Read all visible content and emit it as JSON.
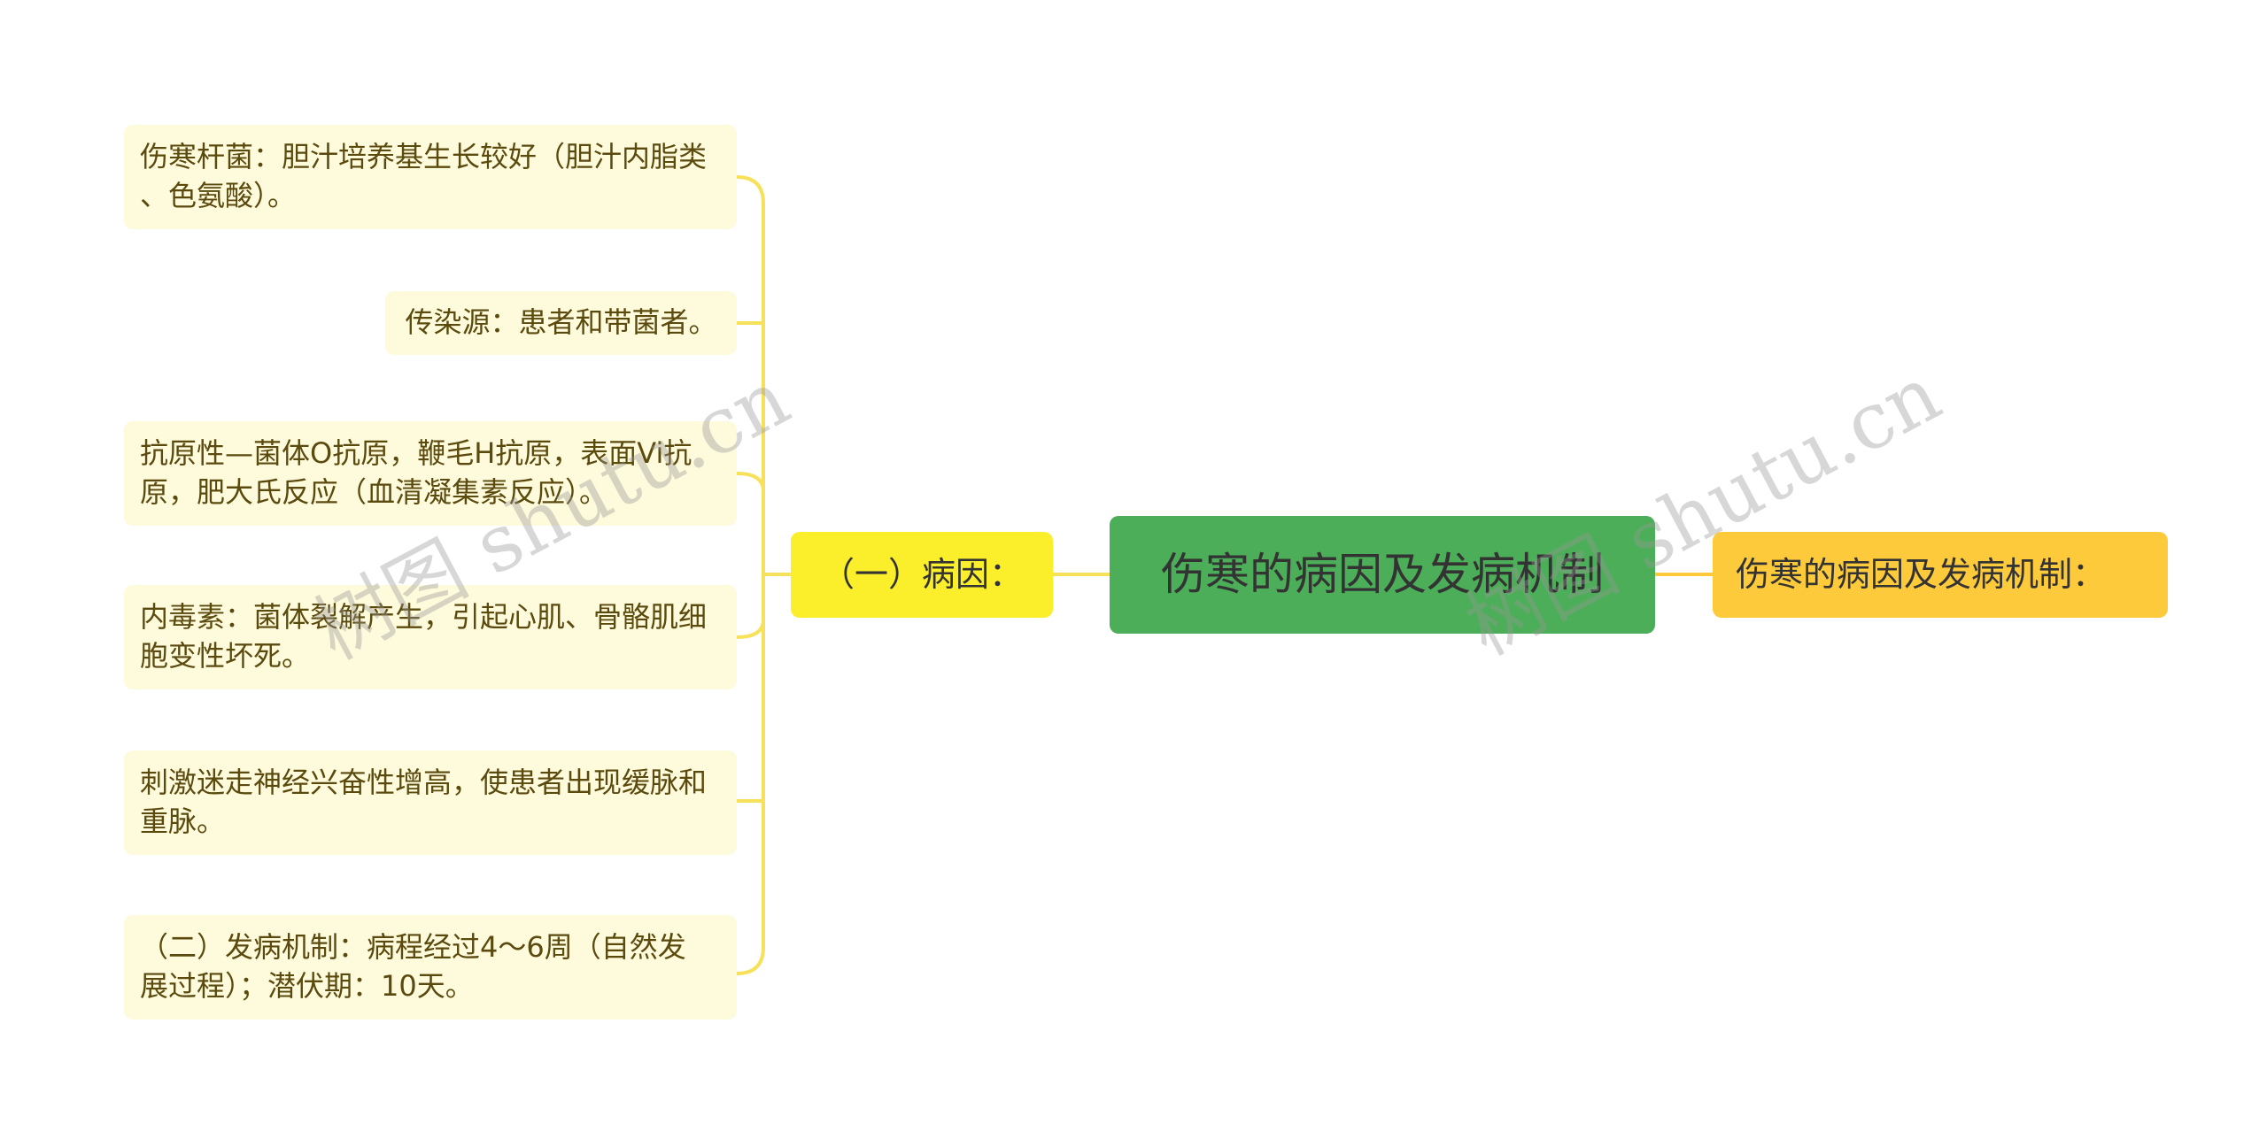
{
  "root": {
    "title": "伤寒的病因及发病机制"
  },
  "branch": {
    "label": "（一）病因："
  },
  "summary_node": {
    "label": "伤寒的病因及发病机制："
  },
  "leaves": [
    "伤寒杆菌：胆汁培养基生长较好（胆汁内脂类\n、色氨酸）。",
    "传染源：患者和带菌者。",
    "抗原性—菌体O抗原，鞭毛H抗原，表面Vi抗\n原，肥大氏反应（血清凝集素反应）。",
    "内毒素：菌体裂解产生，引起心肌、骨骼肌细\n胞变性坏死。",
    "刺激迷走神经兴奋性增高，使患者出现缓脉和\n重脉。",
    "（二）发病机制：病程经过4～6周（自然发\n展过程）；潜伏期：10天。"
  ],
  "watermark": {
    "text": "树图 shutu.cn"
  },
  "colors": {
    "root": "#4cae58",
    "branch": "#fbee2b",
    "summary": "#fdca3b",
    "leaf": "#fefadc",
    "connector_left": "#f7e15a",
    "connector_right": "#fdca3b"
  }
}
